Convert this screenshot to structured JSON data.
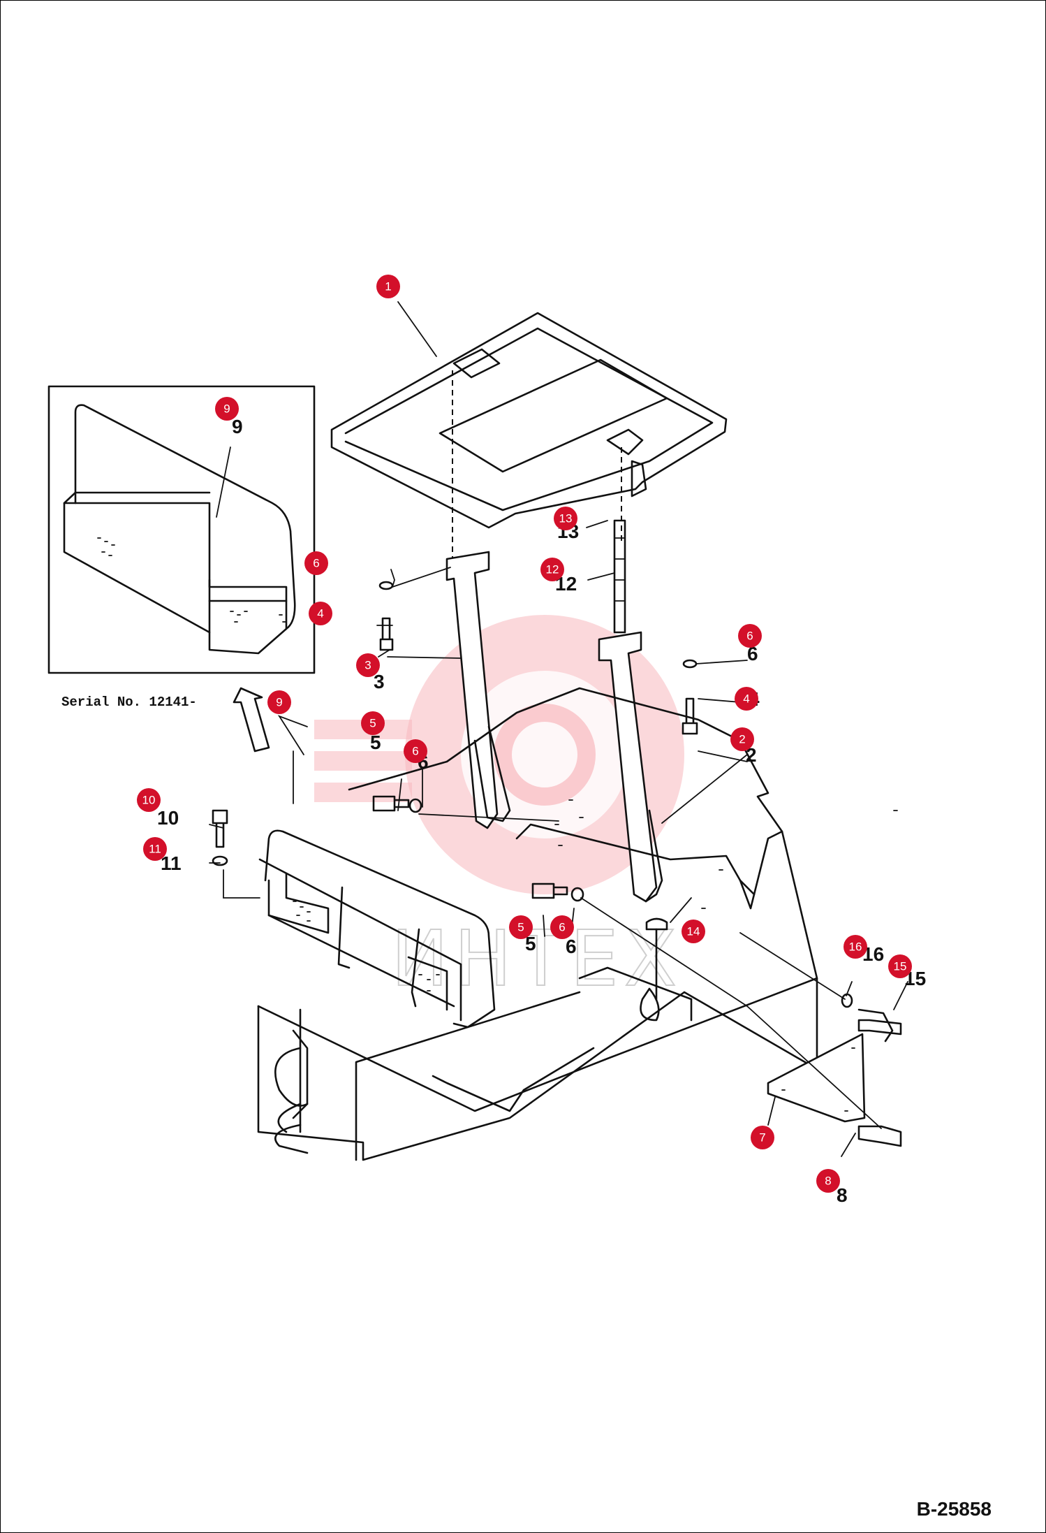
{
  "document_id": "B-25858",
  "serial_note": "Serial No. 12141-",
  "watermark_text": "ИНТЕХ",
  "colors": {
    "badge": "#d3102a",
    "watermark": "#f8b8be"
  },
  "printed_numbers": [
    {
      "id": "n9a",
      "text": "9"
    },
    {
      "id": "n13",
      "text": "13"
    },
    {
      "id": "n12",
      "text": "12"
    },
    {
      "id": "n6a",
      "text": "6"
    },
    {
      "id": "n4a",
      "text": "4"
    },
    {
      "id": "n3",
      "text": "3"
    },
    {
      "id": "n2",
      "text": "2"
    },
    {
      "id": "n5a",
      "text": "5"
    },
    {
      "id": "n6b",
      "text": "6"
    },
    {
      "id": "n10",
      "text": "10"
    },
    {
      "id": "n11",
      "text": "11"
    },
    {
      "id": "n5b",
      "text": "5"
    },
    {
      "id": "n6c",
      "text": "6"
    },
    {
      "id": "n16",
      "text": "16"
    },
    {
      "id": "n15",
      "text": "15"
    },
    {
      "id": "n8",
      "text": "8"
    }
  ],
  "callouts": [
    {
      "id": "c1",
      "label": "1"
    },
    {
      "id": "c9a",
      "label": "9"
    },
    {
      "id": "c13",
      "label": "13"
    },
    {
      "id": "c12",
      "label": "12"
    },
    {
      "id": "c6a",
      "label": "6"
    },
    {
      "id": "c4a",
      "label": "4"
    },
    {
      "id": "c3",
      "label": "3"
    },
    {
      "id": "c6b",
      "label": "6"
    },
    {
      "id": "c4b",
      "label": "4"
    },
    {
      "id": "c9b",
      "label": "9"
    },
    {
      "id": "c5a",
      "label": "5"
    },
    {
      "id": "c6c",
      "label": "6"
    },
    {
      "id": "c2",
      "label": "2"
    },
    {
      "id": "c10",
      "label": "10"
    },
    {
      "id": "c11",
      "label": "11"
    },
    {
      "id": "c5b",
      "label": "5"
    },
    {
      "id": "c6d",
      "label": "6"
    },
    {
      "id": "c14",
      "label": "14"
    },
    {
      "id": "c16",
      "label": "16"
    },
    {
      "id": "c15",
      "label": "15"
    },
    {
      "id": "c7",
      "label": "7"
    },
    {
      "id": "c8",
      "label": "8"
    }
  ]
}
